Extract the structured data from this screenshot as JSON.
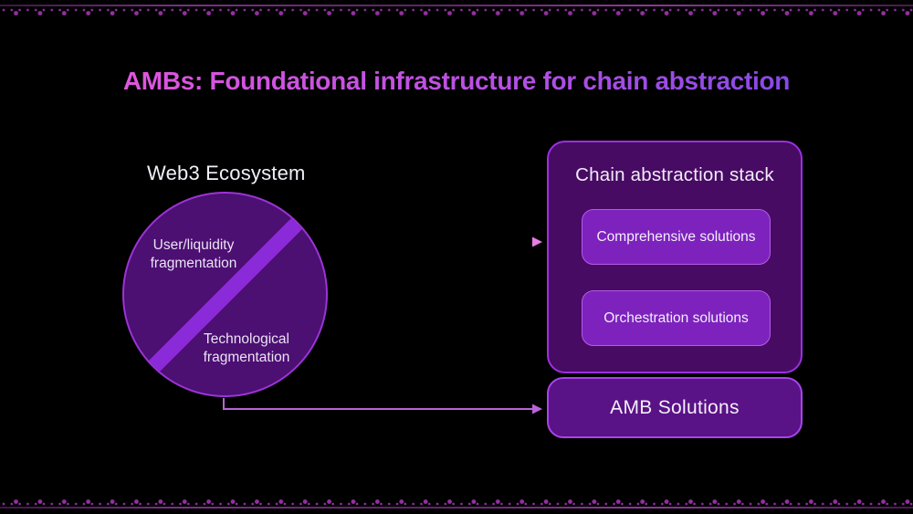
{
  "title": "AMBs: Foundational infrastructure for chain abstraction",
  "left": {
    "heading": "Web3 Ecosystem",
    "circle": {
      "top_label": "User/liquidity fragmentation",
      "bottom_label": "Technological fragmentation"
    }
  },
  "right": {
    "stack": {
      "heading": "Chain abstraction stack",
      "items": [
        {
          "label": "Comprehensive solutions"
        },
        {
          "label": "Orchestration solutions"
        }
      ]
    },
    "amb": {
      "label": "AMB Solutions"
    }
  },
  "colors": {
    "background": "#000000",
    "title_gradient_start": "#e356de",
    "title_gradient_end": "#8449e6",
    "circle_fill": "#4c0f72",
    "circle_border": "#9a34d5",
    "circle_stripe": "#8b2ad8",
    "stack_box_fill": "#470b63",
    "stack_box_border": "#9b30e0",
    "stack_item_fill": "#7d22bd",
    "stack_item_border": "#b55ae8",
    "amb_box_fill": "#5a1287",
    "amb_box_border": "#a845e8",
    "arrow_top_gradient_start": "#7f6cdb",
    "arrow_top_gradient_end": "#e87de8",
    "arrow_bottom": "#b864d6",
    "deco_dots": "#93309f",
    "text_light": "#f3eff8"
  }
}
